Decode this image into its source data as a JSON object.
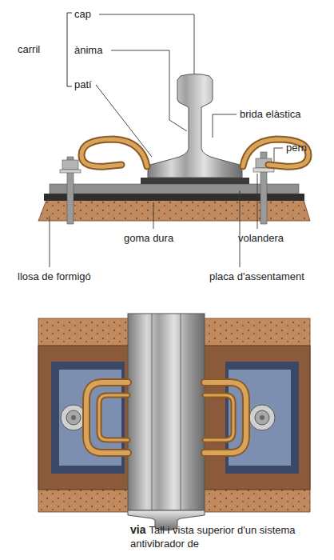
{
  "diagram": {
    "caption": "Tall i vista superior d'un sistema antivibrador de",
    "labels": [
      "carril",
      "cap",
      "ànima",
      "patí",
      "brida elàstica",
      "pern",
      "goma dura",
      "volandera",
      "llosa de formigó",
      "placa d'assentament",
      "via"
    ]
  }
}
